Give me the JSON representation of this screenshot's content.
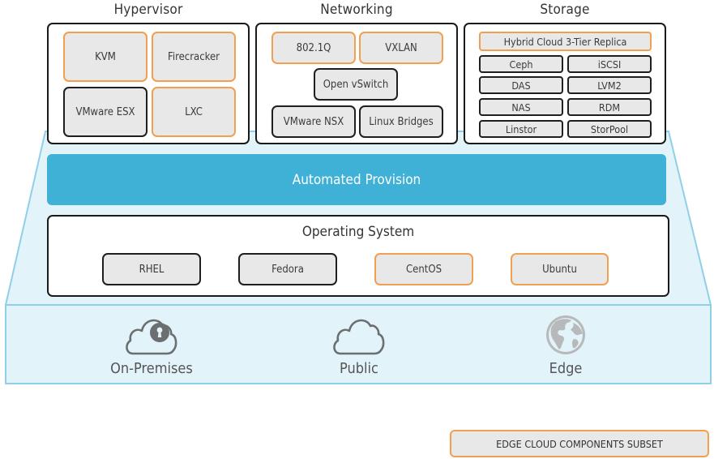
{
  "sections": {
    "hypervisor": {
      "title": "Hypervisor",
      "items": [
        {
          "label": "KVM",
          "edge_subset": true
        },
        {
          "label": "Firecracker",
          "edge_subset": true
        },
        {
          "label": "VMware ESX",
          "edge_subset": false
        },
        {
          "label": "LXC",
          "edge_subset": true
        }
      ]
    },
    "networking": {
      "title": "Networking",
      "items": [
        {
          "label": "802.1Q",
          "edge_subset": true
        },
        {
          "label": "VXLAN",
          "edge_subset": true
        },
        {
          "label": "Open vSwitch",
          "edge_subset": false
        },
        {
          "label": "VMware NSX",
          "edge_subset": false
        },
        {
          "label": "Linux Bridges",
          "edge_subset": false
        }
      ]
    },
    "storage": {
      "title": "Storage",
      "items": [
        {
          "label": "Hybrid Cloud 3-Tier Replica",
          "edge_subset": true
        },
        {
          "label": "Ceph",
          "edge_subset": false
        },
        {
          "label": "iSCSI",
          "edge_subset": false
        },
        {
          "label": "DAS",
          "edge_subset": false
        },
        {
          "label": "LVM2",
          "edge_subset": false
        },
        {
          "label": "NAS",
          "edge_subset": false
        },
        {
          "label": "RDM",
          "edge_subset": false
        },
        {
          "label": "Linstor",
          "edge_subset": false
        },
        {
          "label": "StorPool",
          "edge_subset": false
        }
      ]
    }
  },
  "provision": {
    "label": "Automated Provision"
  },
  "operating_system": {
    "title": "Operating System",
    "items": [
      {
        "label": "RHEL",
        "edge_subset": false
      },
      {
        "label": "Fedora",
        "edge_subset": false
      },
      {
        "label": "CentOS",
        "edge_subset": true
      },
      {
        "label": "Ubuntu",
        "edge_subset": true
      }
    ]
  },
  "deployments": [
    {
      "label": "On-Premises",
      "icon": "cloud-lock-icon"
    },
    {
      "label": "Public",
      "icon": "cloud-icon"
    },
    {
      "label": "Edge",
      "icon": "globe-icon"
    }
  ],
  "legend": {
    "label": "EDGE CLOUD COMPONENTS SUBSET"
  },
  "colors": {
    "edge_subset_border": "#f0a050",
    "default_border": "#1f1f1f",
    "component_fill": "#e8e8e8",
    "provision_fill": "#3fb1d6",
    "platform_fill": "#e3f3fa",
    "platform_stroke": "#8fd0e8"
  }
}
